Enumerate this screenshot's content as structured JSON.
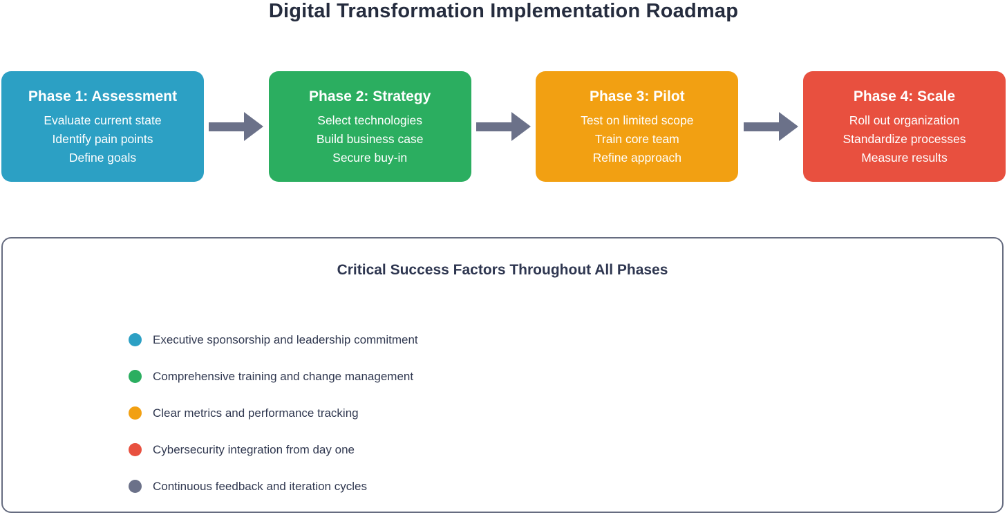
{
  "title": "Digital Transformation Implementation Roadmap",
  "colors": {
    "phase_assessment": "#2CA0C4",
    "phase_strategy": "#2BAE60",
    "phase_pilot": "#F2A012",
    "phase_scale": "#E8503F",
    "arrow": "#6B7189",
    "panel_border": "#666C80",
    "title_text": "#252C3E",
    "panel_text": "#2E3650",
    "phase_text": "#FFFFFF"
  },
  "phases": [
    {
      "title": "Phase 1: Assessment",
      "color": "#2CA0C4",
      "items": [
        "Evaluate current state",
        "Identify pain points",
        "Define goals"
      ]
    },
    {
      "title": "Phase 2: Strategy",
      "color": "#2BAE60",
      "items": [
        "Select technologies",
        "Build business case",
        "Secure buy-in"
      ]
    },
    {
      "title": "Phase 3: Pilot",
      "color": "#F2A012",
      "items": [
        "Test on limited scope",
        "Train core team",
        "Refine approach"
      ]
    },
    {
      "title": "Phase 4: Scale",
      "color": "#E8503F",
      "items": [
        "Roll out organization",
        "Standardize processes",
        "Measure results"
      ]
    }
  ],
  "success_panel": {
    "title": "Critical Success Factors Throughout All Phases",
    "factors": [
      {
        "label": "Executive sponsorship and leadership commitment",
        "dot_color": "#2CA0C4"
      },
      {
        "label": "Comprehensive training and change management",
        "dot_color": "#2BAE60"
      },
      {
        "label": "Clear metrics and performance tracking",
        "dot_color": "#F2A012"
      },
      {
        "label": "Cybersecurity integration from day one",
        "dot_color": "#E8503F"
      },
      {
        "label": "Continuous feedback and iteration cycles",
        "dot_color": "#6B7189"
      }
    ]
  }
}
